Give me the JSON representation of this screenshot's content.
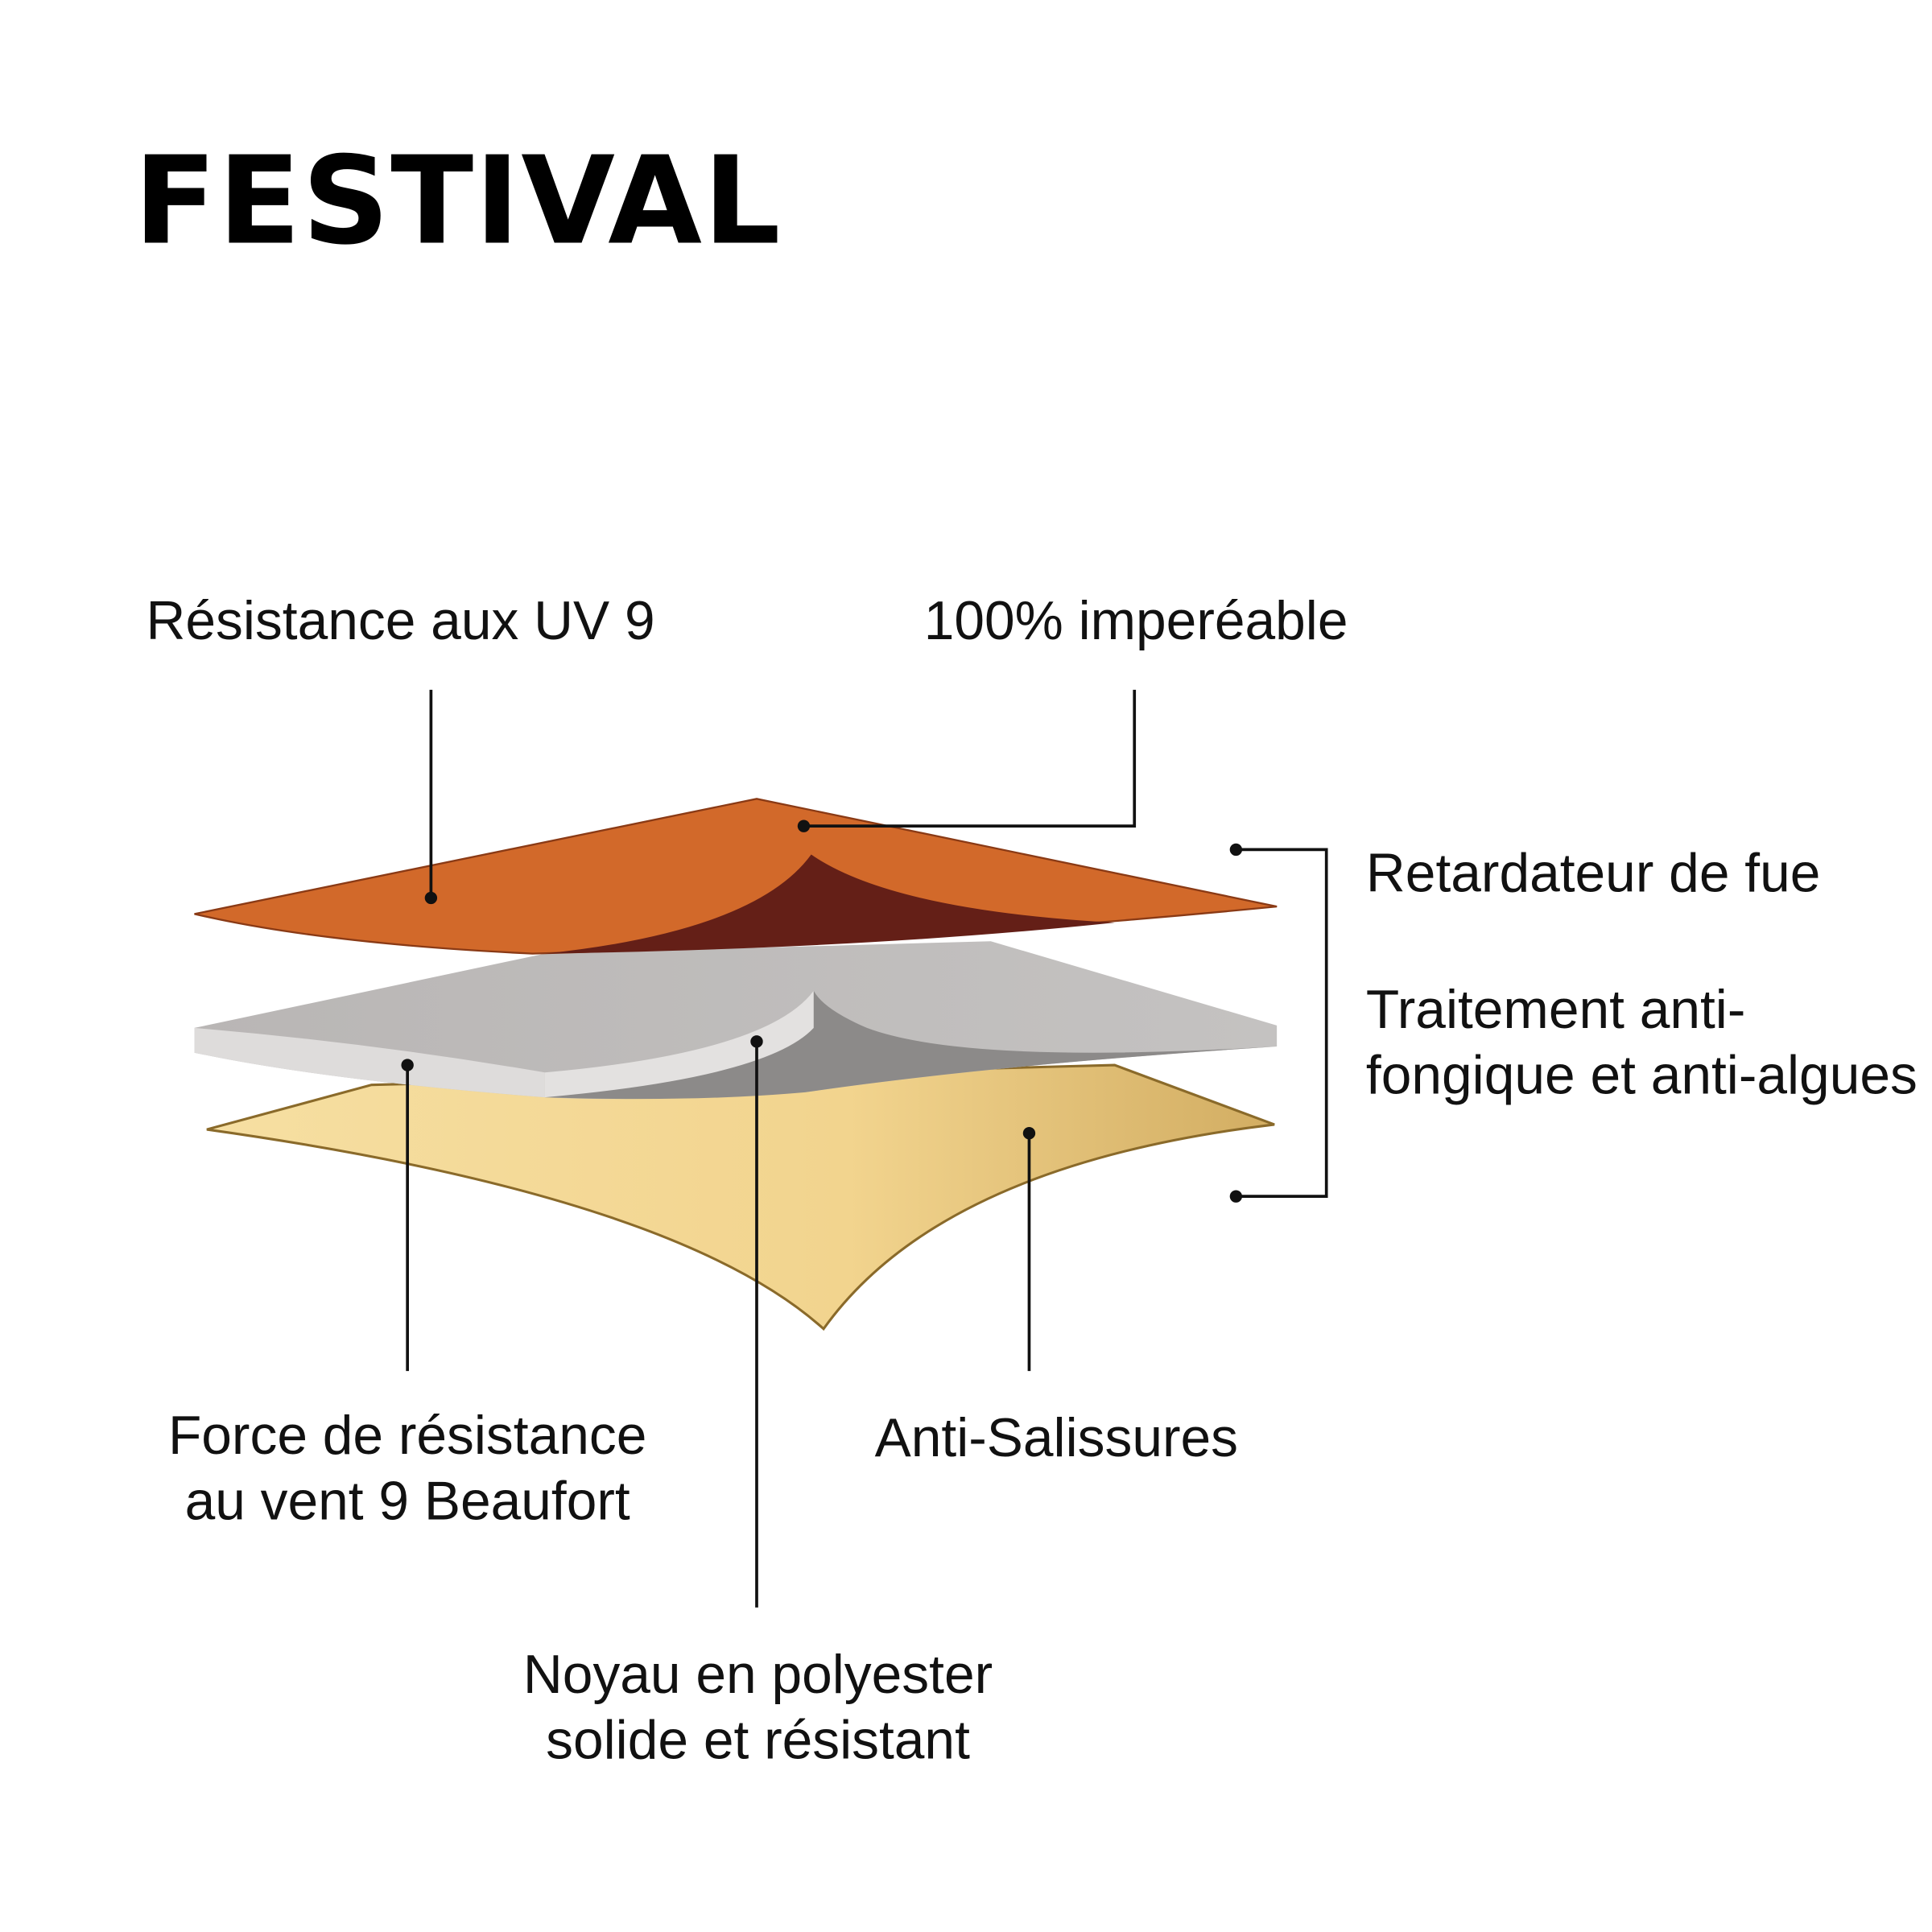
{
  "title": "FESTIVAL",
  "labels": {
    "uv": "Résistance aux UV 9",
    "waterproof": "100% imperéable",
    "fire": "Retardateur de fue",
    "fungal_line1": "Traitement anti-",
    "fungal_line2": "fongique et anti-algues",
    "wind_line1": "Force de résistance",
    "wind_line2": "au vent 9 Beaufort",
    "dirt": "Anti-Salissures",
    "core_line1": "Noyau en polyester",
    "core_line2": "solide et résistant"
  },
  "colors": {
    "top_layer": "#d2692a",
    "top_fold": "#641f17",
    "middle_layer": "#bdbbba",
    "bottom_layer": "#f0d590"
  }
}
